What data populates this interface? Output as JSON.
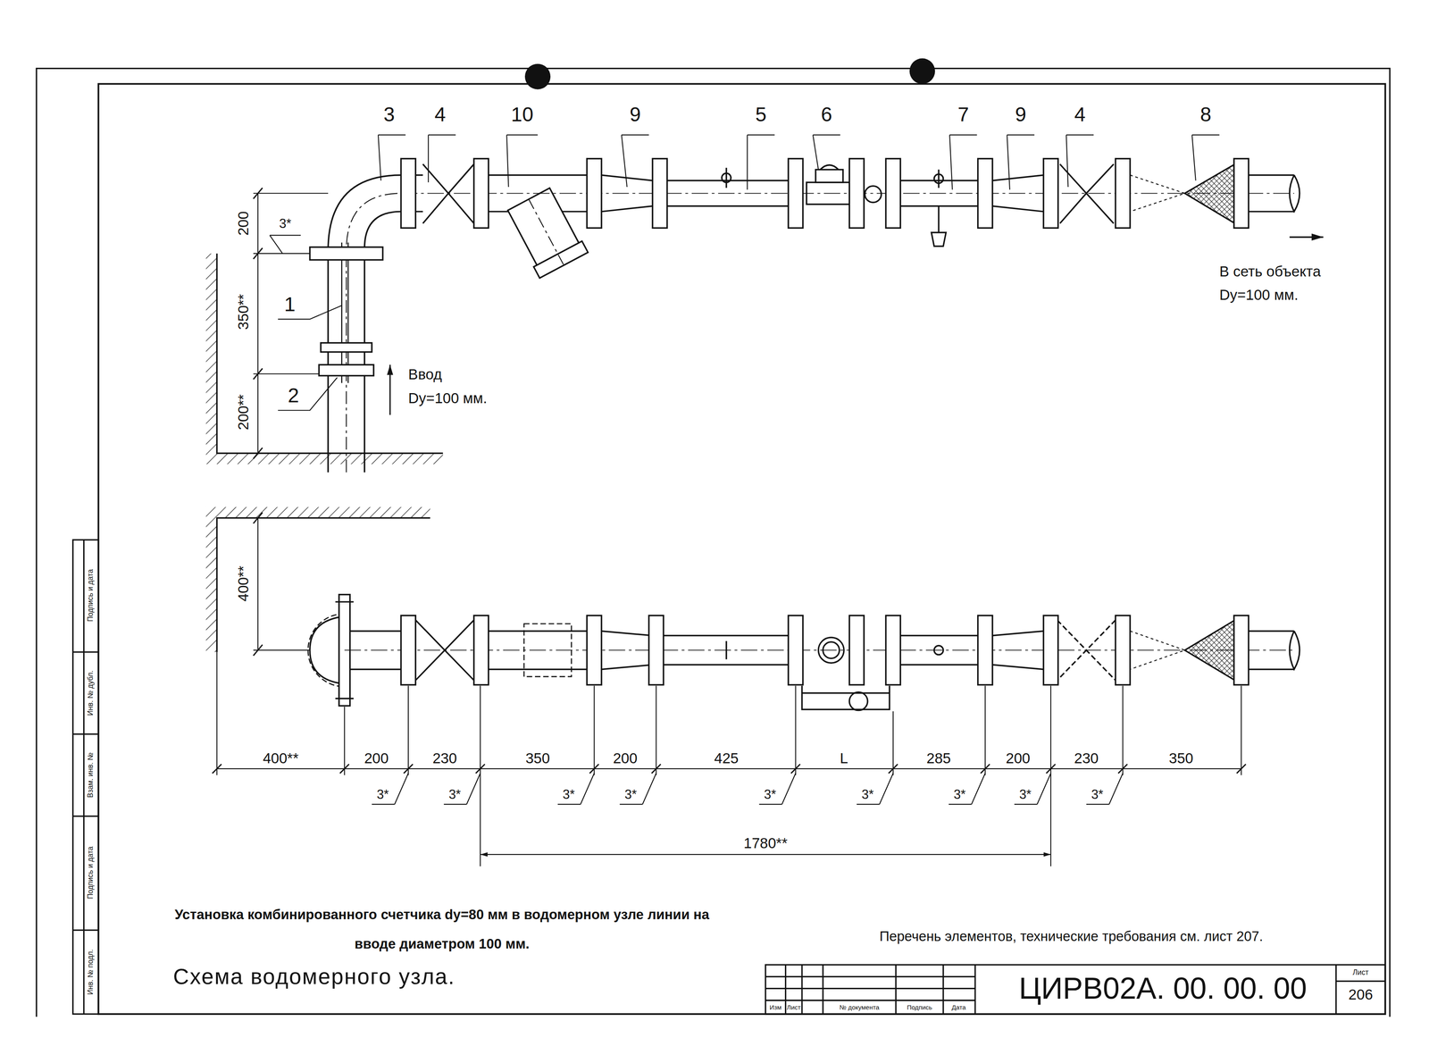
{
  "diagram": {
    "title": "Схема водомерного узла.",
    "caption": "Установка комбинированного счетчика dy=80 мм в водомерном узле линии на вводе диаметром 100 мм.",
    "labels": [
      "3",
      "4",
      "10",
      "9",
      "5",
      "6",
      "7",
      "9",
      "4",
      "8",
      "1",
      "2",
      "200",
      "3*",
      "350**",
      "200**",
      "Ввод",
      "Dy=100 мм.",
      "В сеть объекта",
      "Dy=100 мм.",
      "400**",
      "400**",
      "200",
      "230",
      "350",
      "200",
      "425",
      "L",
      "285",
      "200",
      "230",
      "350",
      "3*",
      "3*",
      "3*",
      "3*",
      "3*",
      "3*",
      "3*",
      "3*",
      "3*",
      "1780**",
      "Перечень элементов, технические требования см. лист 207.",
      "Изм",
      "Лист",
      "№ документа",
      "Подпись",
      "Дата",
      "ЦИРВ02А. 00. 00. 00",
      "Лист",
      "206",
      "Инв. № подл.",
      "Подпись и дата",
      "Взам. инв. №",
      "Инв. № дубл.",
      "Подпись и дата"
    ]
  }
}
